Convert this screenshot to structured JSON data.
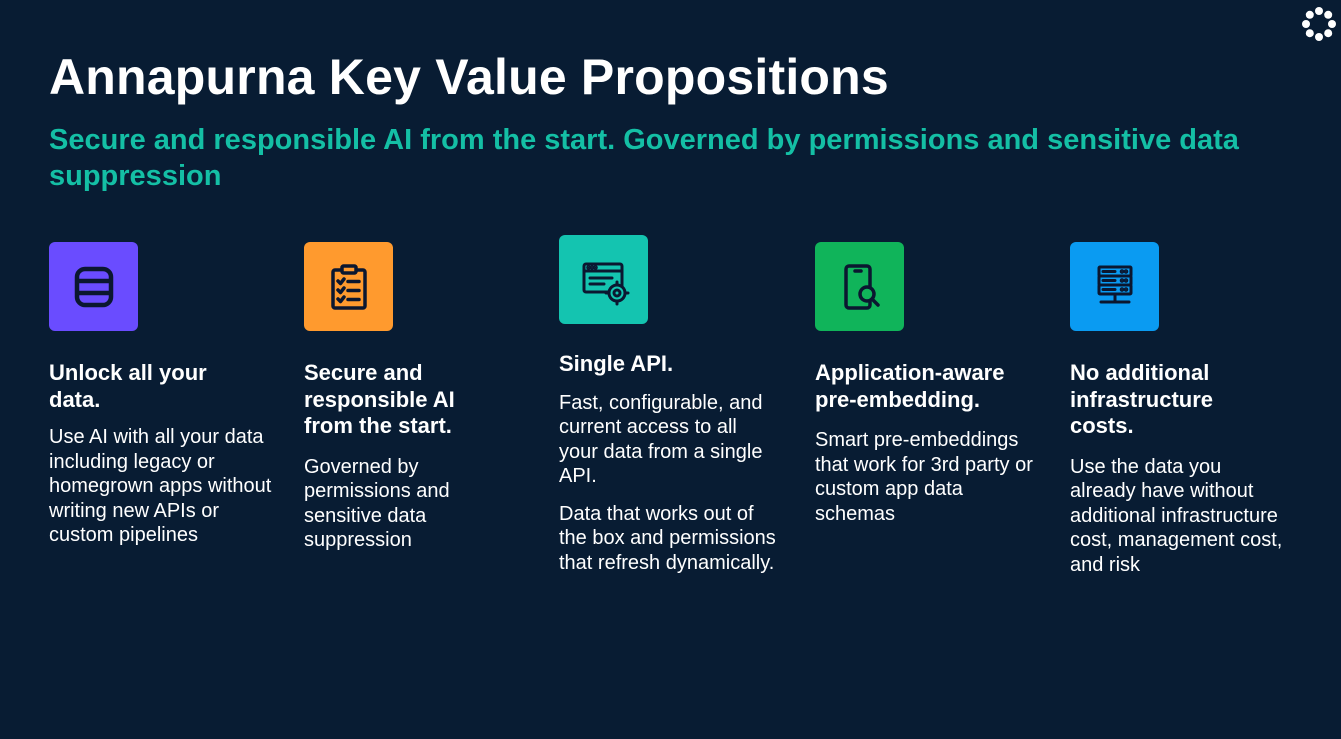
{
  "slide": {
    "title": "Annapurna Key Value Propositions",
    "subtitle": "Secure and responsible AI from the start. Governed by permissions and sensitive data suppression",
    "logo_icon": "flower-logo-icon"
  },
  "colors": {
    "background": "#081c33",
    "accent": "#14bfa5",
    "card1": "#6a4cff",
    "card2": "#ff9a2e",
    "card3": "#14c4b0",
    "card4": "#10b45a",
    "card5": "#0a9bf2"
  },
  "cards": [
    {
      "icon": "database-icon",
      "title": "Unlock all your data.",
      "body": [
        "Use AI with all your data including legacy or homegrown apps without writing new APIs or custom pipelines"
      ]
    },
    {
      "icon": "clipboard-checklist-icon",
      "title": "Secure and responsible AI from the start.",
      "body": [
        "Governed by permissions and sensitive data suppression"
      ]
    },
    {
      "icon": "browser-gear-icon",
      "title": "Single API.",
      "body": [
        "Fast, configurable, and current access to all your data from a single API.",
        "Data that works out of the box and permissions that refresh dynamically."
      ]
    },
    {
      "icon": "mobile-search-icon",
      "title": "Application-aware pre-embedding.",
      "body": [
        "Smart pre-embeddings that work for 3rd party or custom app data schemas"
      ]
    },
    {
      "icon": "server-rack-icon",
      "title": "No additional infrastructure costs.",
      "body": [
        "Use the data you already have without additional infrastructure cost, management cost, and risk"
      ]
    }
  ]
}
